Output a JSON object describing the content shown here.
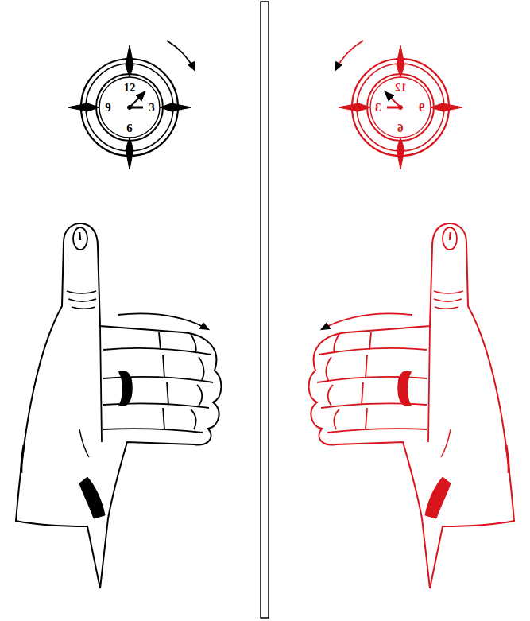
{
  "diagram": {
    "labels": [
      "12",
      "9",
      "3",
      "6",
      "12",
      "3",
      "9",
      "6"
    ]
  }
}
